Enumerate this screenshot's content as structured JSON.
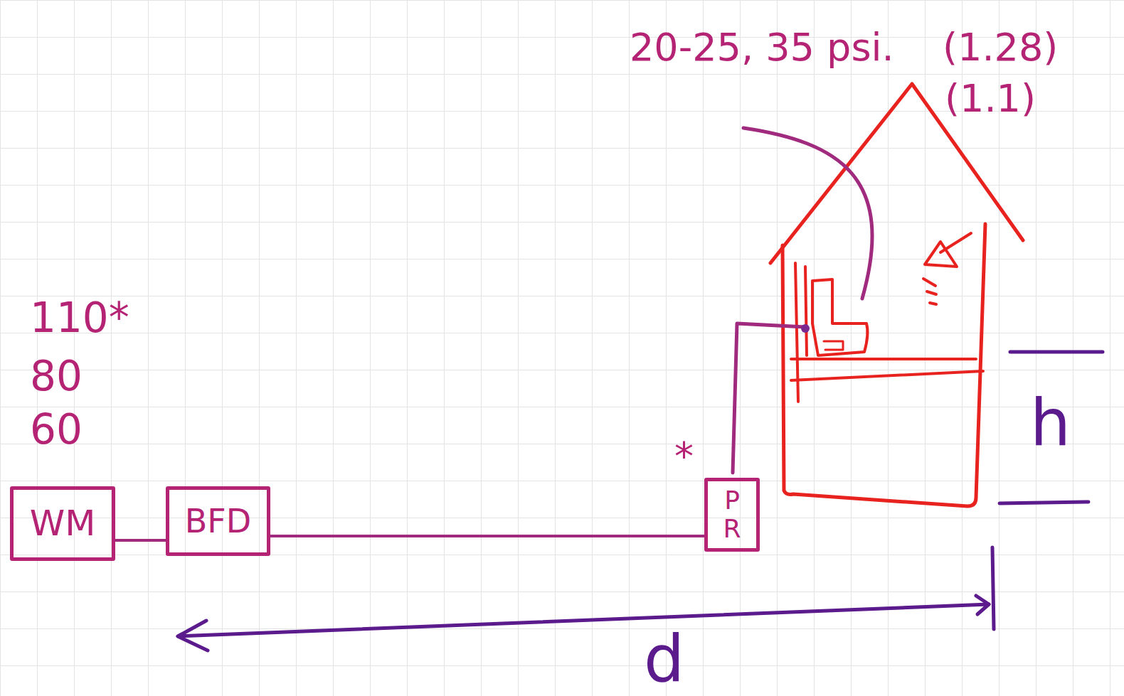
{
  "diagram": {
    "nodes": [
      {
        "text": [
          "WM"
        ]
      },
      {
        "text": [
          "BFD"
        ]
      },
      {
        "text": [
          "P R"
        ]
      }
    ],
    "edges": [
      {
        "from": 0,
        "to": 1,
        "arrow": "none"
      },
      {
        "from": 1,
        "to": 2,
        "arrow": "none"
      }
    ],
    "labels": [
      "110*",
      "80",
      "60",
      "*",
      "20-25, 35 psi.",
      "(1.28)",
      "(1.1)",
      "h",
      "d"
    ]
  }
}
